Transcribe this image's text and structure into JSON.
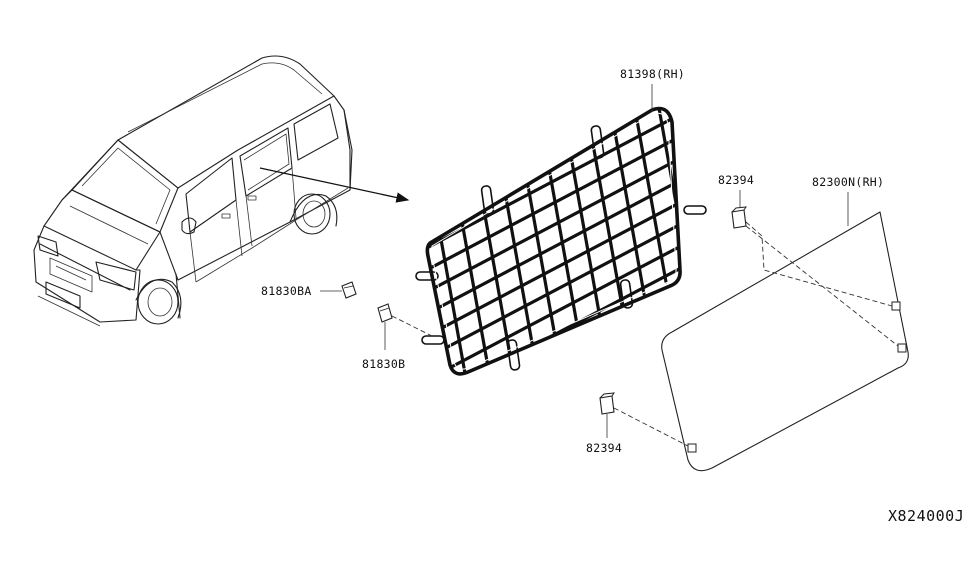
{
  "labels": {
    "net": "81398(RH)",
    "clip_top": "82394",
    "glass": "82300N(RH)",
    "fastener_a": "81830BA",
    "fastener_b": "81830B",
    "clip_bottom": "82394"
  },
  "diagram_code": "X824000J"
}
